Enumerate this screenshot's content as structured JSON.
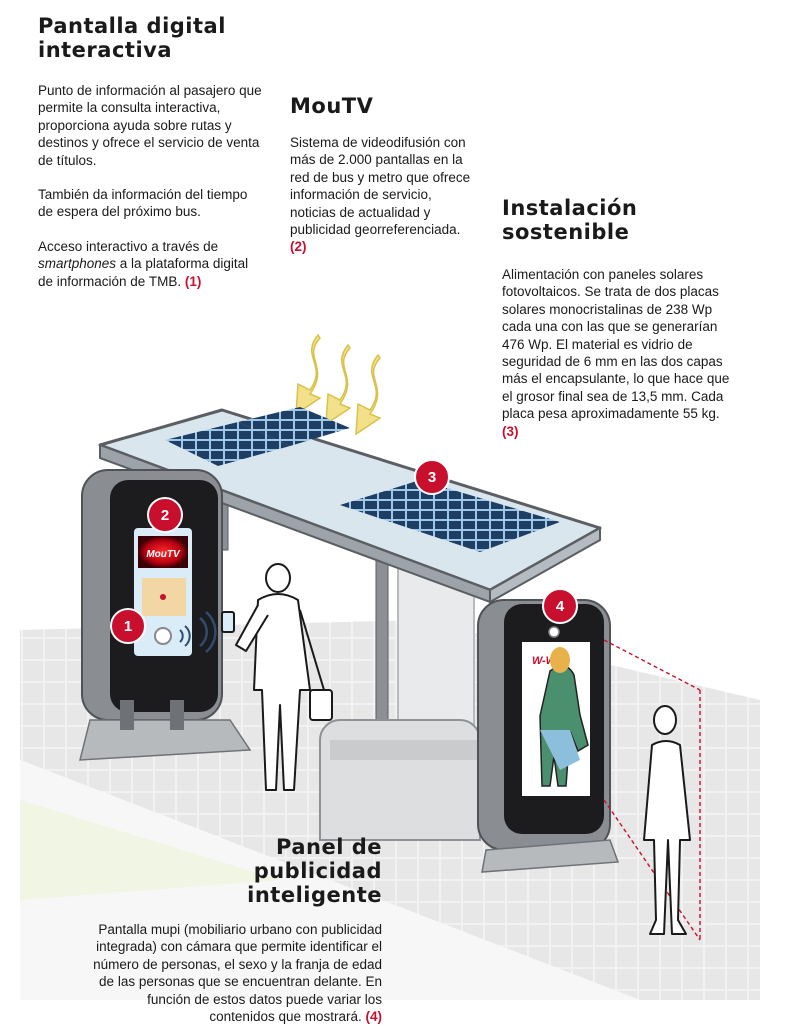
{
  "pantalla": {
    "title": "Pantalla digital interactiva",
    "p1": "Punto de información al pasajero que permite la consulta interactiva, proporciona ayuda sobre rutas y destinos y ofrece el servicio de venta de títulos.",
    "p2": "También da información del tiempo de espera del próximo bus.",
    "p3_pre": "Acceso interactivo a través de ",
    "p3_em": "smartphones",
    "p3_post": " a la plataforma digital de información de TMB. ",
    "ref": "(1)"
  },
  "moutv": {
    "title": "MouTV",
    "text": "Sistema de videodifusión con más de 2.000 pantallas en la red de bus y metro que ofrece información de servicio, noticias de actualidad y publicidad georreferenciada. ",
    "ref": "(2)"
  },
  "instalacion": {
    "title": "Instalación sostenible",
    "text": "Alimentación con paneles solares fotovoltaicos. Se trata de dos placas solares monocristalinas de 238 Wp cada una con las que se generarían 476 Wp. El material es vidrio de seguridad de 6 mm en las dos capas más el encapsulante, lo que hace que el grosor final sea de 13,5 mm. Cada placa pesa aproximadamente 55 kg. ",
    "ref": "(3)"
  },
  "panel": {
    "title": "Panel de publicidad inteligente",
    "text": "Pantalla mupi (mobiliario urbano con publicidad integrada) con cámara que permite identificar el número de personas, el sexo y la franja de edad de las personas que se encuentran delante. En función de estos datos puede variar los contenidos que mostrará. ",
    "ref": "(4)"
  },
  "screen": {
    "moutv_logo": "MouTV",
    "ad_brand": "W-W"
  },
  "markers": [
    "1",
    "2",
    "3",
    "4"
  ],
  "colors": {
    "accent_red": "#c8102e",
    "solar_panel": "#1f3e63",
    "roof": "#d9e6ee",
    "frame": "#6b6e72"
  }
}
